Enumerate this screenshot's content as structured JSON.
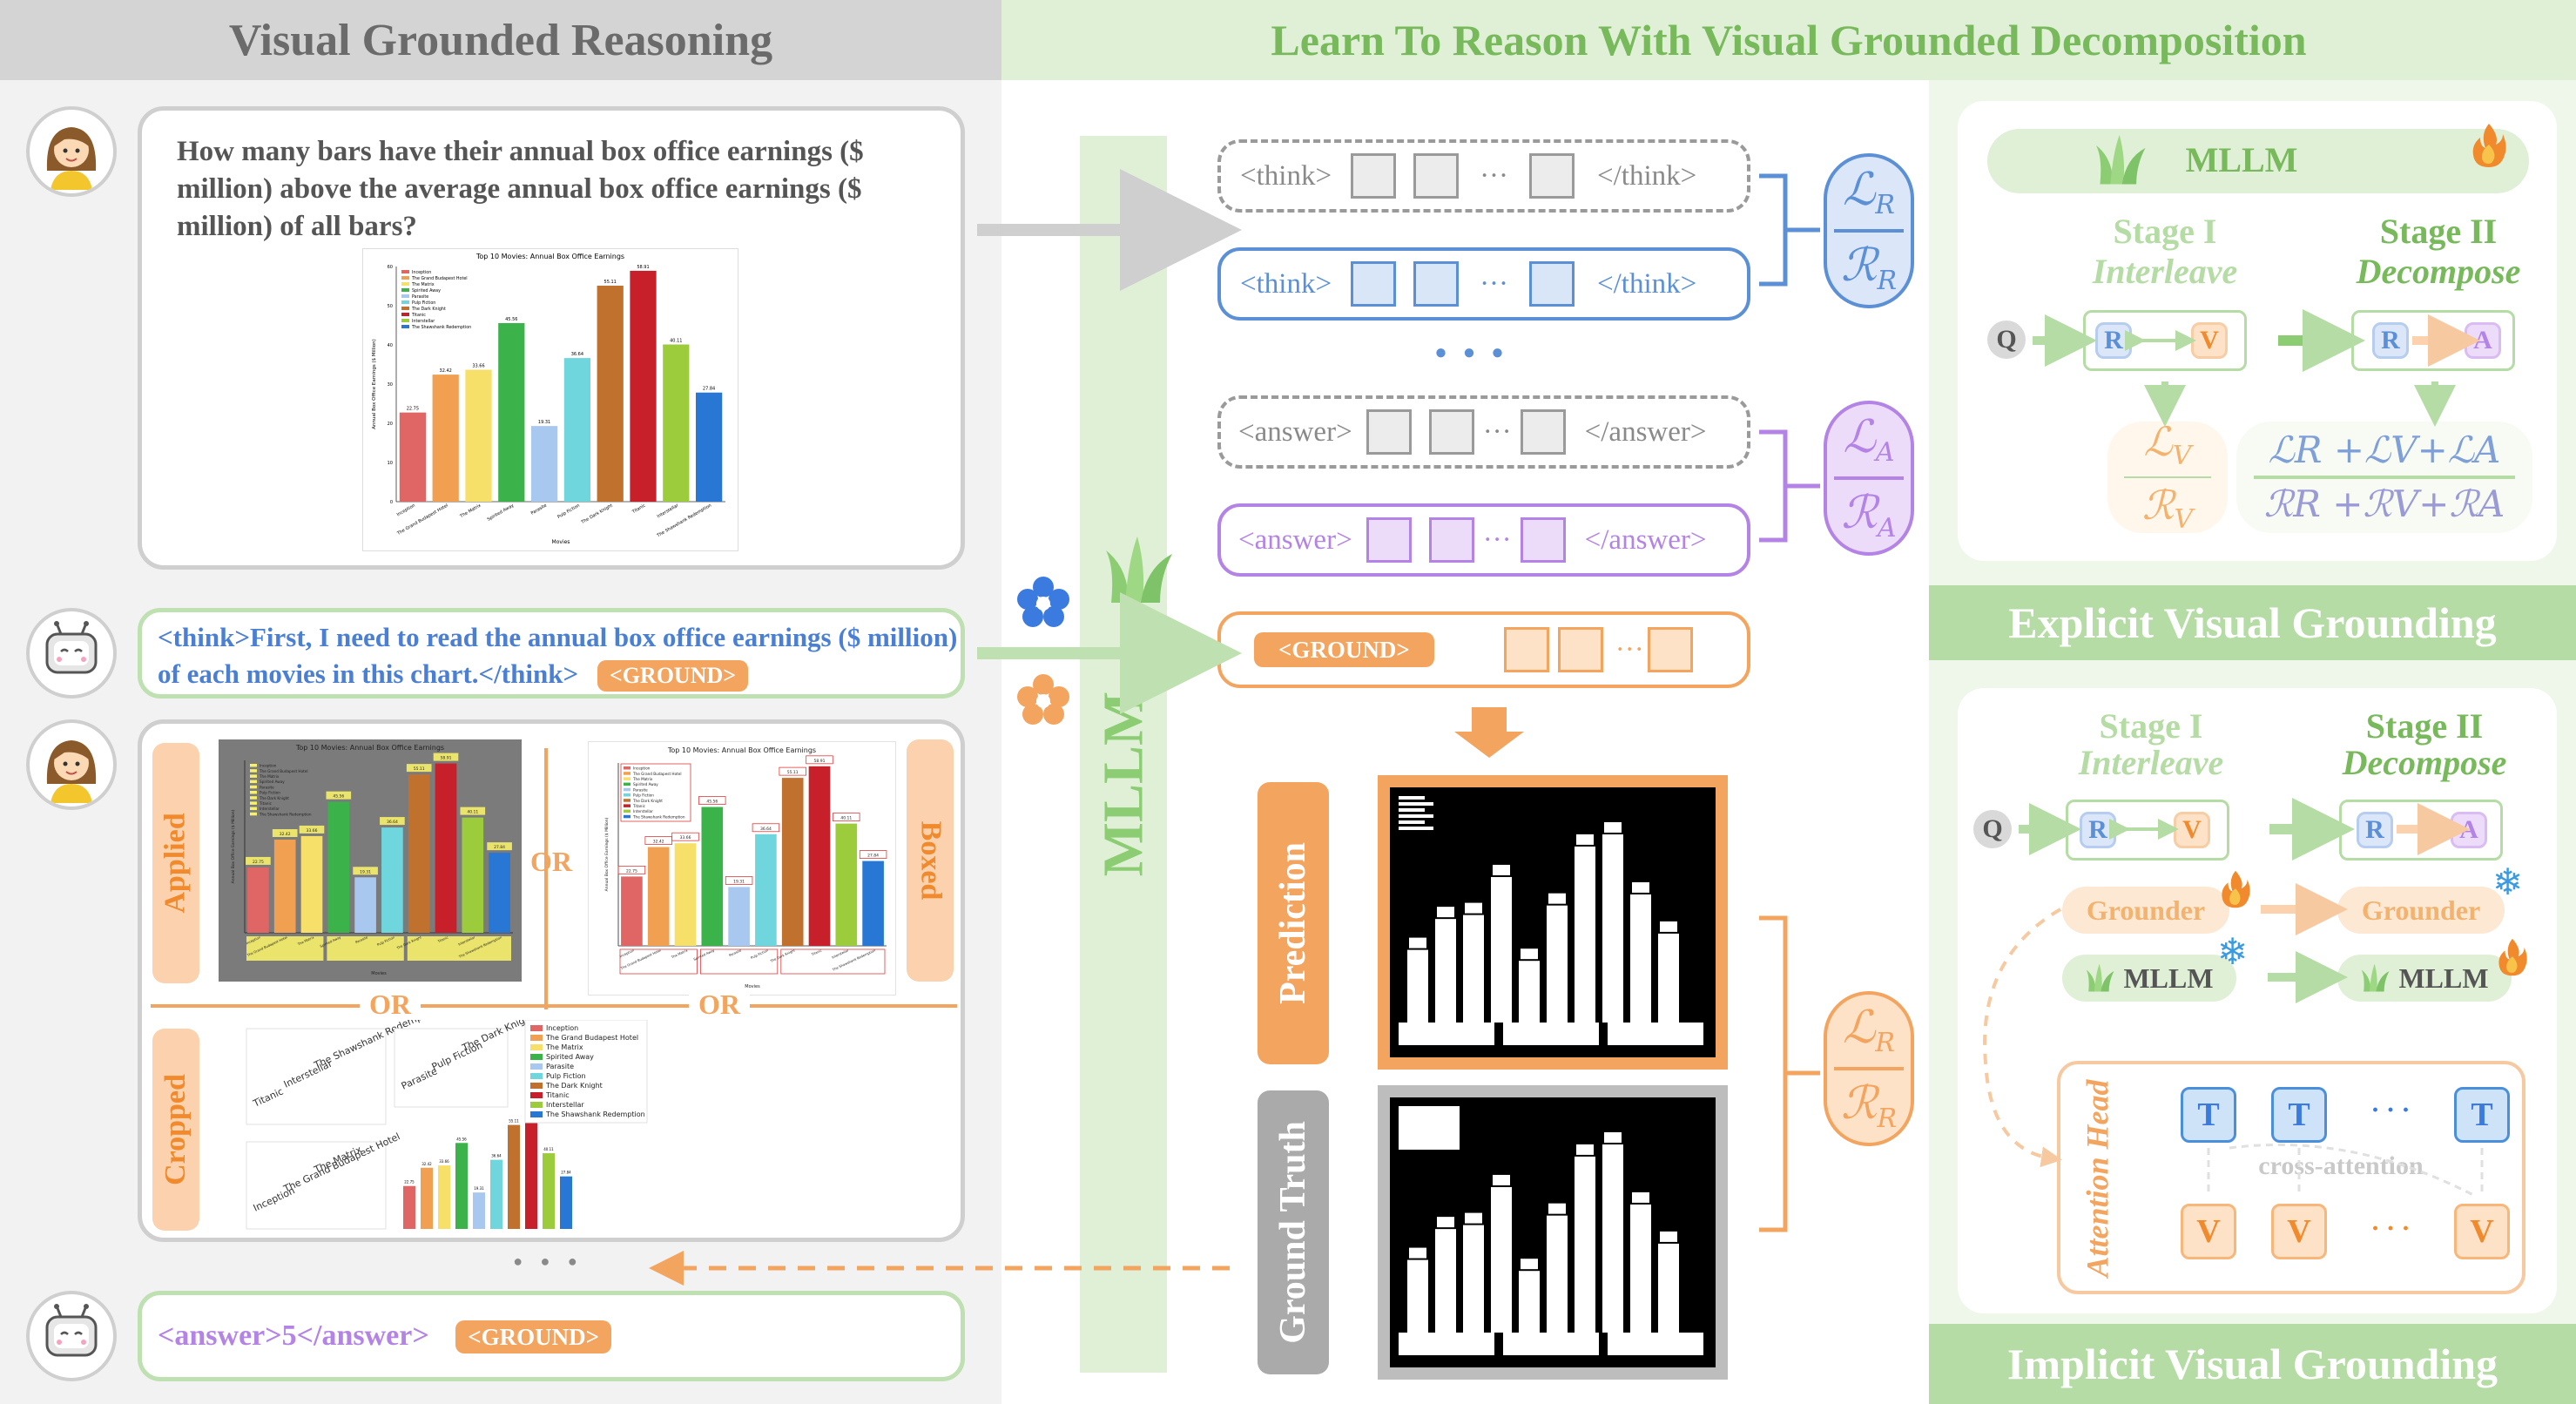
{
  "left_panel": {
    "title": "Visual Grounded Reasoning",
    "question": "How many bars have their annual box office earnings ($ million) above the average annual box office earnings ($ million) of all bars?",
    "think_text": "<think>First, I need to read the annual box office earnings ($ million) of each movies in this chart.</think>",
    "ground_tag": "<GROUND>",
    "answer_text": "<answer>5</answer>",
    "answer_ground_tag": "<GROUND>",
    "variant_applied": "Applied",
    "variant_boxed": "Boxed",
    "variant_cropped": "Cropped",
    "or_label": "OR",
    "ellipsis": "● ● ●"
  },
  "chart_data": {
    "type": "bar",
    "title": "Top 10 Movies: Annual Box Office Earnings",
    "xlabel": "Movies",
    "ylabel": "Annual Box Office Earnings ($ Million)",
    "ylim": [
      0,
      60
    ],
    "yticks": [
      0,
      10,
      20,
      30,
      40,
      50,
      60
    ],
    "categories": [
      "Inception",
      "The Grand Budapest Hotel",
      "The Matrix",
      "Spirited Away",
      "Parasite",
      "Pulp Fiction",
      "The Dark Knight",
      "Titanic",
      "Interstellar",
      "The Shawshank Redemption"
    ],
    "values": [
      22.75,
      32.42,
      33.66,
      45.56,
      19.31,
      36.64,
      55.11,
      58.91,
      40.11,
      27.84
    ],
    "value_labels": [
      "22.75",
      "32.42",
      "33.66",
      "45.56",
      "19.31",
      "36.64",
      "55.11",
      "58.91",
      "40.11",
      "27.84"
    ],
    "colors": [
      "#e06666",
      "#f0a050",
      "#f7e06a",
      "#3cb34a",
      "#a9c8ef",
      "#6fd6dd",
      "#c0712e",
      "#c8202a",
      "#9ccc3c",
      "#2877d4"
    ],
    "legend_position": "top-left",
    "grid": false
  },
  "middle_panel": {
    "title": "Learn To Reason With Visual Grounded Decomposition",
    "mllm_label": "MLLM",
    "think_open": "<think>",
    "think_close": "</think>",
    "answer_open": "<answer>",
    "answer_close": "</answer>",
    "token_ellipsis": "···",
    "ground_tag": "<GROUND>",
    "prediction_label": "Prediction",
    "ground_truth_label": "Ground Truth",
    "loss_R": {
      "L": "ℒ",
      "R": "ℛ",
      "sub": "R"
    },
    "loss_A": {
      "L": "ℒ",
      "R": "ℛ",
      "sub": "A"
    },
    "loss_G": {
      "L": "ℒ",
      "R": "ℛ",
      "sub": "R"
    },
    "colors": {
      "think": "#5b8fd6",
      "answer": "#b483e6",
      "ground": "#f3a560",
      "gray": "#9a9a9a",
      "green": "#8ccd74"
    }
  },
  "right_panel": {
    "explicit": {
      "title": "Explicit Visual Grounding",
      "mllm_label": "MLLM",
      "stage1_title": "Stage I",
      "stage1_sub": "Interleave",
      "stage2_title": "Stage II",
      "stage2_sub": "Decompose",
      "q": "Q",
      "r": "R",
      "v": "V",
      "a": "A",
      "loss_v_L": "ℒ",
      "loss_v_R": "ℛ",
      "loss_v_sub": "V",
      "loss_sum_L": "ℒR +ℒV+ℒA",
      "loss_sum_R": "ℛR +ℛV+ℛA"
    },
    "implicit": {
      "title": "Implicit Visual Grounding",
      "stage1_title": "Stage I",
      "stage1_sub": "Interleave",
      "stage2_title": "Stage II",
      "stage2_sub": "Decompose",
      "q": "Q",
      "r": "R",
      "v": "V",
      "a": "A",
      "grounder": "Grounder",
      "mllm": "MLLM",
      "attention_head": "Attention Head",
      "cross_attention": "cross-attention",
      "t": "T",
      "dots": "· · ·"
    }
  }
}
